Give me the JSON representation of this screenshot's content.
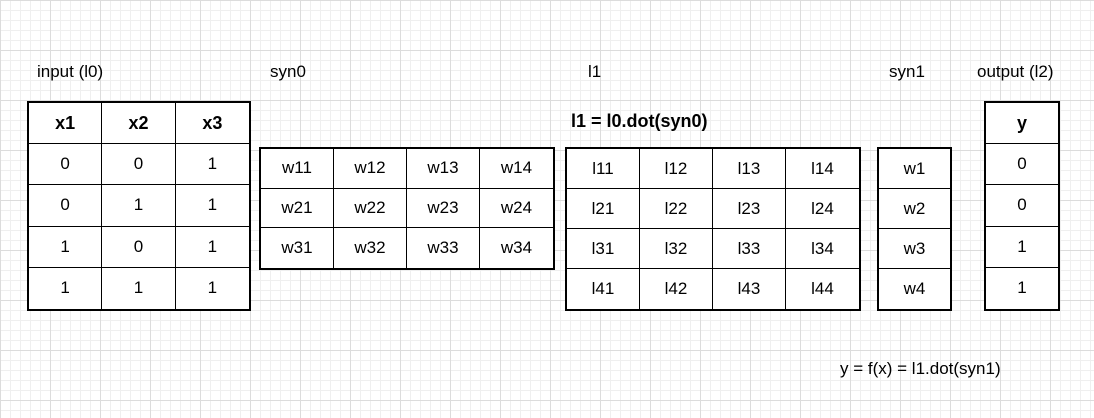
{
  "labels": {
    "input": "input (l0)",
    "syn0": "syn0",
    "l1": "l1",
    "syn1": "syn1",
    "output": "output (l2)"
  },
  "l1_formula": "l1 = l0.dot(syn0)",
  "y_formula": "y = f(x) = l1.dot(syn1)",
  "input_table": {
    "headers": [
      "x1",
      "x2",
      "x3"
    ],
    "rows": [
      [
        "0",
        "0",
        "1"
      ],
      [
        "0",
        "1",
        "1"
      ],
      [
        "1",
        "0",
        "1"
      ],
      [
        "1",
        "1",
        "1"
      ]
    ]
  },
  "syn0_table": {
    "rows": [
      [
        "w11",
        "w12",
        "w13",
        "w14"
      ],
      [
        "w21",
        "w22",
        "w23",
        "w24"
      ],
      [
        "w31",
        "w32",
        "w33",
        "w34"
      ]
    ]
  },
  "l1_table": {
    "rows": [
      [
        "l11",
        "l12",
        "l13",
        "l14"
      ],
      [
        "l21",
        "l22",
        "l23",
        "l24"
      ],
      [
        "l31",
        "l32",
        "l33",
        "l34"
      ],
      [
        "l41",
        "l42",
        "l43",
        "l44"
      ]
    ]
  },
  "syn1_table": {
    "rows": [
      [
        "w1"
      ],
      [
        "w2"
      ],
      [
        "w3"
      ],
      [
        "w4"
      ]
    ]
  },
  "output_table": {
    "headers": [
      "y"
    ],
    "rows": [
      [
        "0"
      ],
      [
        "0"
      ],
      [
        "1"
      ],
      [
        "1"
      ]
    ]
  }
}
